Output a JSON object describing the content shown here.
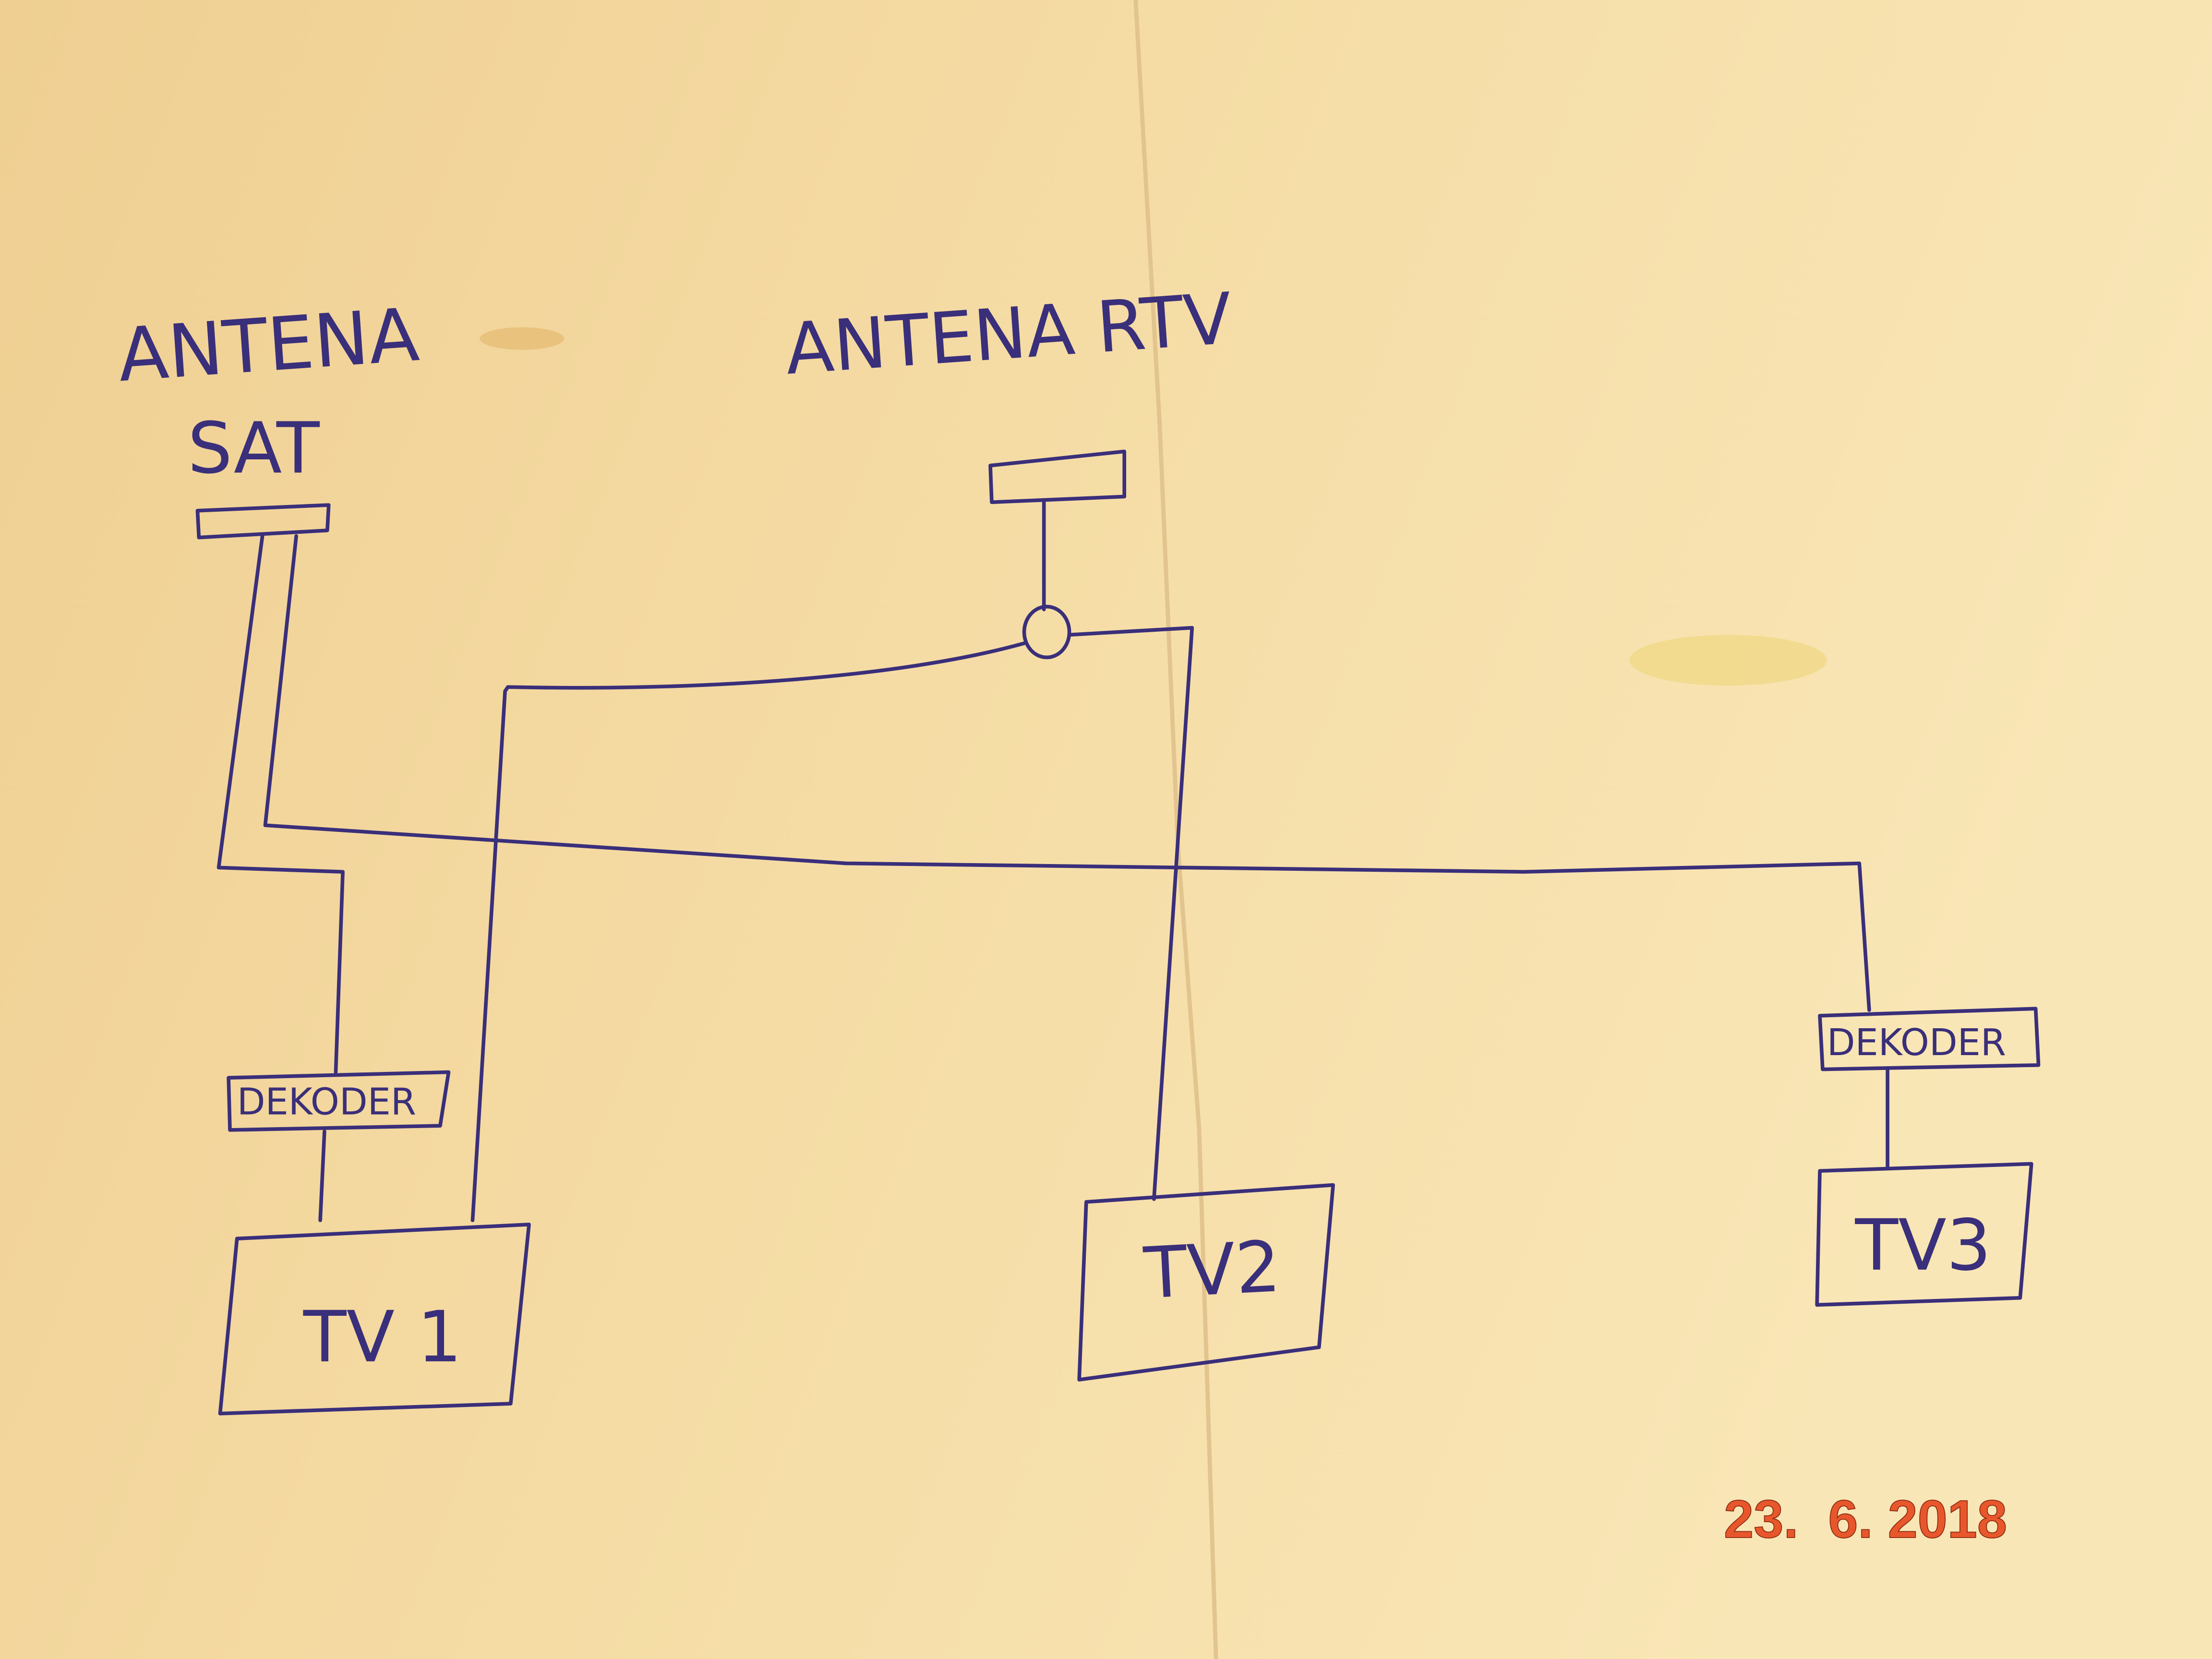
{
  "diagram": {
    "antenna_sat_line1": "ANTENA",
    "antenna_sat_line2": "SAT",
    "antenna_rtv": "ANTENA RTV",
    "decoder_1": "DEKODER",
    "decoder_3": "DEKODER",
    "tv_1": "TV 1",
    "tv_2": "TV2",
    "tv_3": "TV3"
  },
  "photo_stamp": {
    "date": "23.  6. 2018"
  },
  "colors": {
    "ink": "#3a2f7a",
    "paper": "#f4d9a0",
    "stamp": "#e8572c"
  }
}
